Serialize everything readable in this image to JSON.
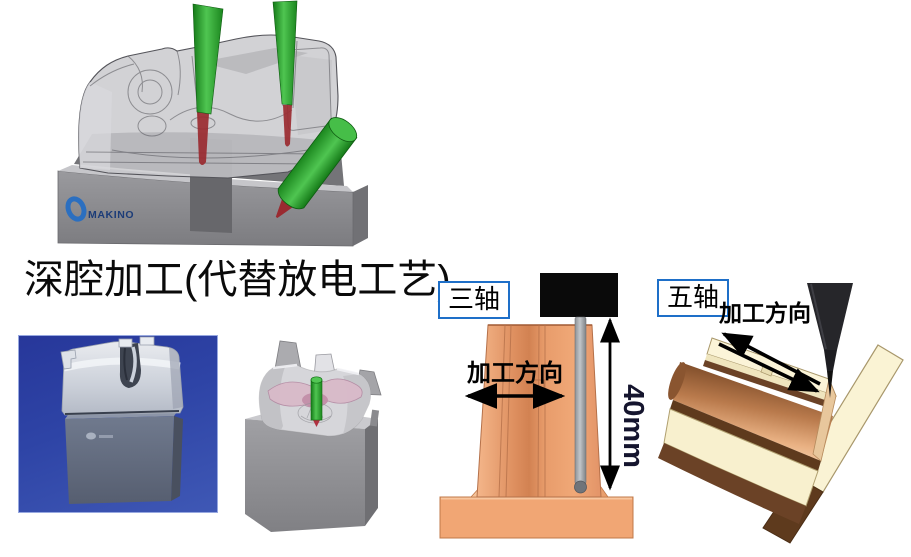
{
  "slide": {
    "background": "#ffffff"
  },
  "title": {
    "text": "深腔加工(代替放电工艺)"
  },
  "top_render": {
    "brand_logo_text": "MAKINO"
  },
  "three_axis_panel": {
    "label": "三轴",
    "direction_label": "加工方向",
    "dimension_label": "40mm"
  },
  "five_axis_panel": {
    "label": "五轴",
    "direction_label": "加工方向"
  },
  "colors": {
    "label_box_border": "#1E6FC8",
    "electrode_orange": "#EFA06B",
    "electrode_orange_dark": "#D8885A",
    "copper_dark": "#7E4C29",
    "cream": "#FAF3D2",
    "base_brown": "#5E3A1D",
    "tool_green": "#2FA82F",
    "tool_red": "#9A2A30",
    "spindle_black": "#0A0A0A",
    "photo_background_blue": "#2F42A0",
    "cad_gray": "#C7C7CB"
  }
}
